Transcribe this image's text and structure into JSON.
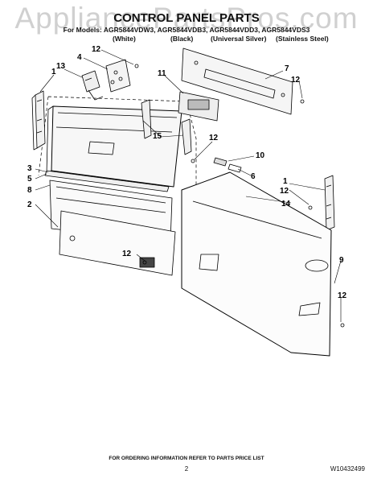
{
  "header": {
    "watermark": "AppliancePartsPros.com",
    "title": "CONTROL PANEL PARTS",
    "models_line": "For Models: AGR5844VDW3, AGR5844VDB3, AGR5844VDD3, AGR5844VDS3",
    "variants": [
      "(White)",
      "(Black)",
      "(Universal Silver)",
      "(Stainless Steel)"
    ]
  },
  "callouts": {
    "c1a": "1",
    "c1b": "1",
    "c2": "2",
    "c3": "3",
    "c4": "4",
    "c5": "5",
    "c6": "6",
    "c7": "7",
    "c8": "8",
    "c9": "9",
    "c10": "10",
    "c11": "11",
    "c12a": "12",
    "c12b": "12",
    "c12c": "12",
    "c12d": "12",
    "c12e": "12",
    "c12f": "12",
    "c13": "13",
    "c14": "14",
    "c15": "15"
  },
  "footer": {
    "note": "FOR ORDERING INFORMATION REFER TO PARTS PRICE LIST",
    "page_number": "2",
    "document_number": "W10432499"
  }
}
